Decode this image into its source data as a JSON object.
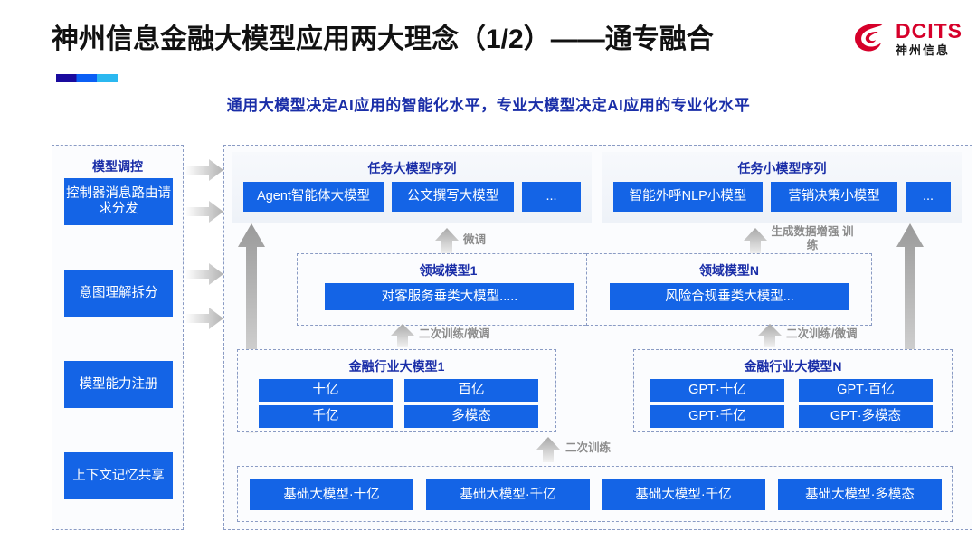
{
  "header": {
    "title": "神州信息金融大模型应用两大理念（1/2）——通专融合",
    "subtitle": "通用大模型决定AI应用的智能化水平，专业大模型决定AI应用的专业化水平",
    "accent_blue": "#1464e6",
    "title_blue": "#1a2ea8",
    "logo_red": "#d6002a"
  },
  "logo": {
    "en": "DCITS",
    "cn": "神州信息",
    "mark": "swirl-icon"
  },
  "control_column": {
    "title": "模型调控",
    "items": [
      {
        "label": "控制器消息路由请求分发"
      },
      {
        "label": "意图理解拆分"
      },
      {
        "label": "模型能力注册"
      },
      {
        "label": "上下文记忆共享"
      }
    ]
  },
  "task_large": {
    "title": "任务大模型序列",
    "items": [
      "Agent智能体大模型",
      "公文撰写大模型",
      "..."
    ]
  },
  "task_small": {
    "title": "任务小模型序列",
    "items": [
      "智能外呼NLP小模型",
      "营销决策小模型",
      "..."
    ]
  },
  "domain_models": [
    {
      "title": "领域模型1",
      "item": "对客服务垂类大模型....."
    },
    {
      "title": "领域模型N",
      "item": "风险合规垂类大模型..."
    }
  ],
  "industry_models": [
    {
      "title": "金融行业大模型1",
      "items": [
        "十亿",
        "百亿",
        "千亿",
        "多模态"
      ]
    },
    {
      "title": "金融行业大模型N",
      "items": [
        "GPT·十亿",
        "GPT·百亿",
        "GPT·千亿",
        "GPT·多模态"
      ]
    }
  ],
  "foundation_models": {
    "items": [
      "基础大模型·十亿",
      "基础大模型·千亿",
      "基础大模型·千亿",
      "基础大模型·多模态"
    ]
  },
  "arrow_labels": {
    "fine_tune": "微调",
    "gen_data_aug": "生成数据增强\n训练",
    "retrain_finetune_left": "二次训练/微调",
    "retrain_finetune_right": "二次训练/微调",
    "retrain": "二次训练"
  }
}
